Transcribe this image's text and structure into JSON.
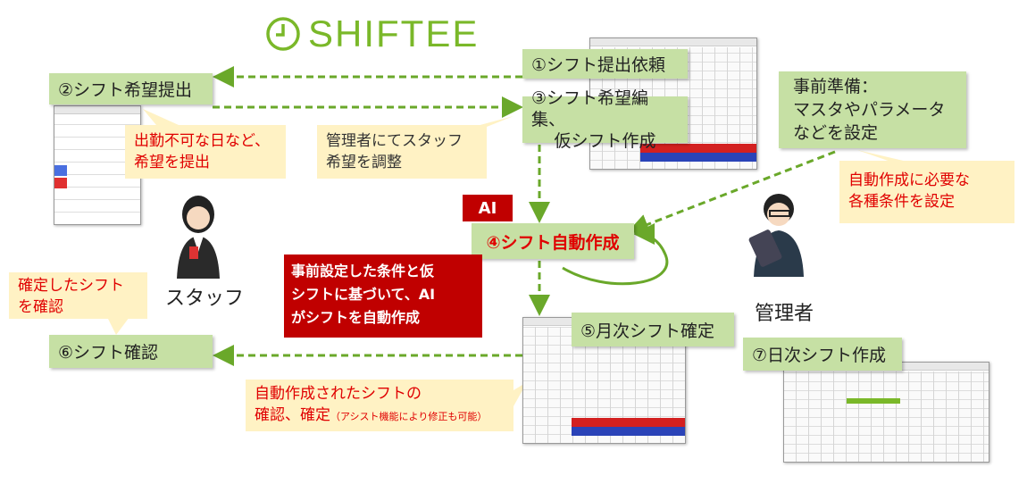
{
  "logo": {
    "text": "SHIFTEE",
    "icon": "clock-icon",
    "color": "#7ab829"
  },
  "steps": {
    "s1": "①シフト提出依頼",
    "s2": "②シフト希望提出",
    "s3_line1": "③シフト希望編集、",
    "s3_line2": "仮シフト作成",
    "s4": "④シフト自動作成",
    "s5": "⑤月次シフト確定",
    "s6": "⑥シフト確認",
    "s7": "⑦日次シフト作成",
    "prep_line1": "事前準備：",
    "prep_line2": "マスタやパラメータ",
    "prep_line3": "などを設定"
  },
  "notes": {
    "staff_submit_1": "出勤不可な日など、",
    "staff_submit_2": "希望を提出",
    "manager_adjust_1": "管理者にてスタッフ",
    "manager_adjust_2": "希望を調整",
    "conditions_1": "自動作成に必要な",
    "conditions_2": "各種条件を設定",
    "confirm_staff_1": "確定したシフト",
    "confirm_staff_2": "を確認",
    "auto_confirm_1": "自動作成されたシフトの",
    "auto_confirm_2": "確認、確定",
    "auto_confirm_small": "（アシスト機能により修正も可能）",
    "ai_callout_1": "事前設定した条件と仮",
    "ai_callout_2": "シフトに基づいて、AI",
    "ai_callout_3": "がシフトを自動作成"
  },
  "ai_badge": "AI",
  "roles": {
    "staff": "スタッフ",
    "manager": "管理者"
  },
  "colors": {
    "green_box": "#c6e0a4",
    "note": "#fff2c4",
    "arrow": "#6aa82a",
    "accent_red": "#c00000"
  }
}
